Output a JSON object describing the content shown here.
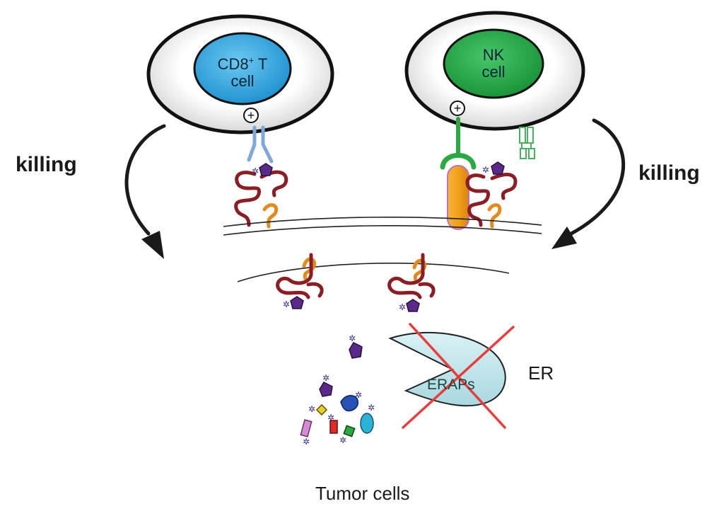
{
  "cd8_cell": {
    "line1": "CD8",
    "sup": "+",
    "line1_suffix": " T",
    "line2": "cell"
  },
  "nk_cell": {
    "line1": "NK",
    "line2": "cell"
  },
  "plus_symbol": "+",
  "killing_left": "killing",
  "killing_right": "killing",
  "eraps_label": "ERAPs",
  "er_label": "ER",
  "tumor_label": "Tumor cells",
  "colors": {
    "cd8_nucleus": "#2ea6e0",
    "nk_nucleus": "#22a845",
    "tcr": "#7fa8d8",
    "nk_receptor": "#2aa844",
    "protein": "#8a1e24",
    "peptide": "#5a2a8a",
    "ligand": "#f0a020",
    "ligand_border": "#c070c0",
    "eraps_fill": "#bfe6ec",
    "cross": "#ea3c3c"
  }
}
